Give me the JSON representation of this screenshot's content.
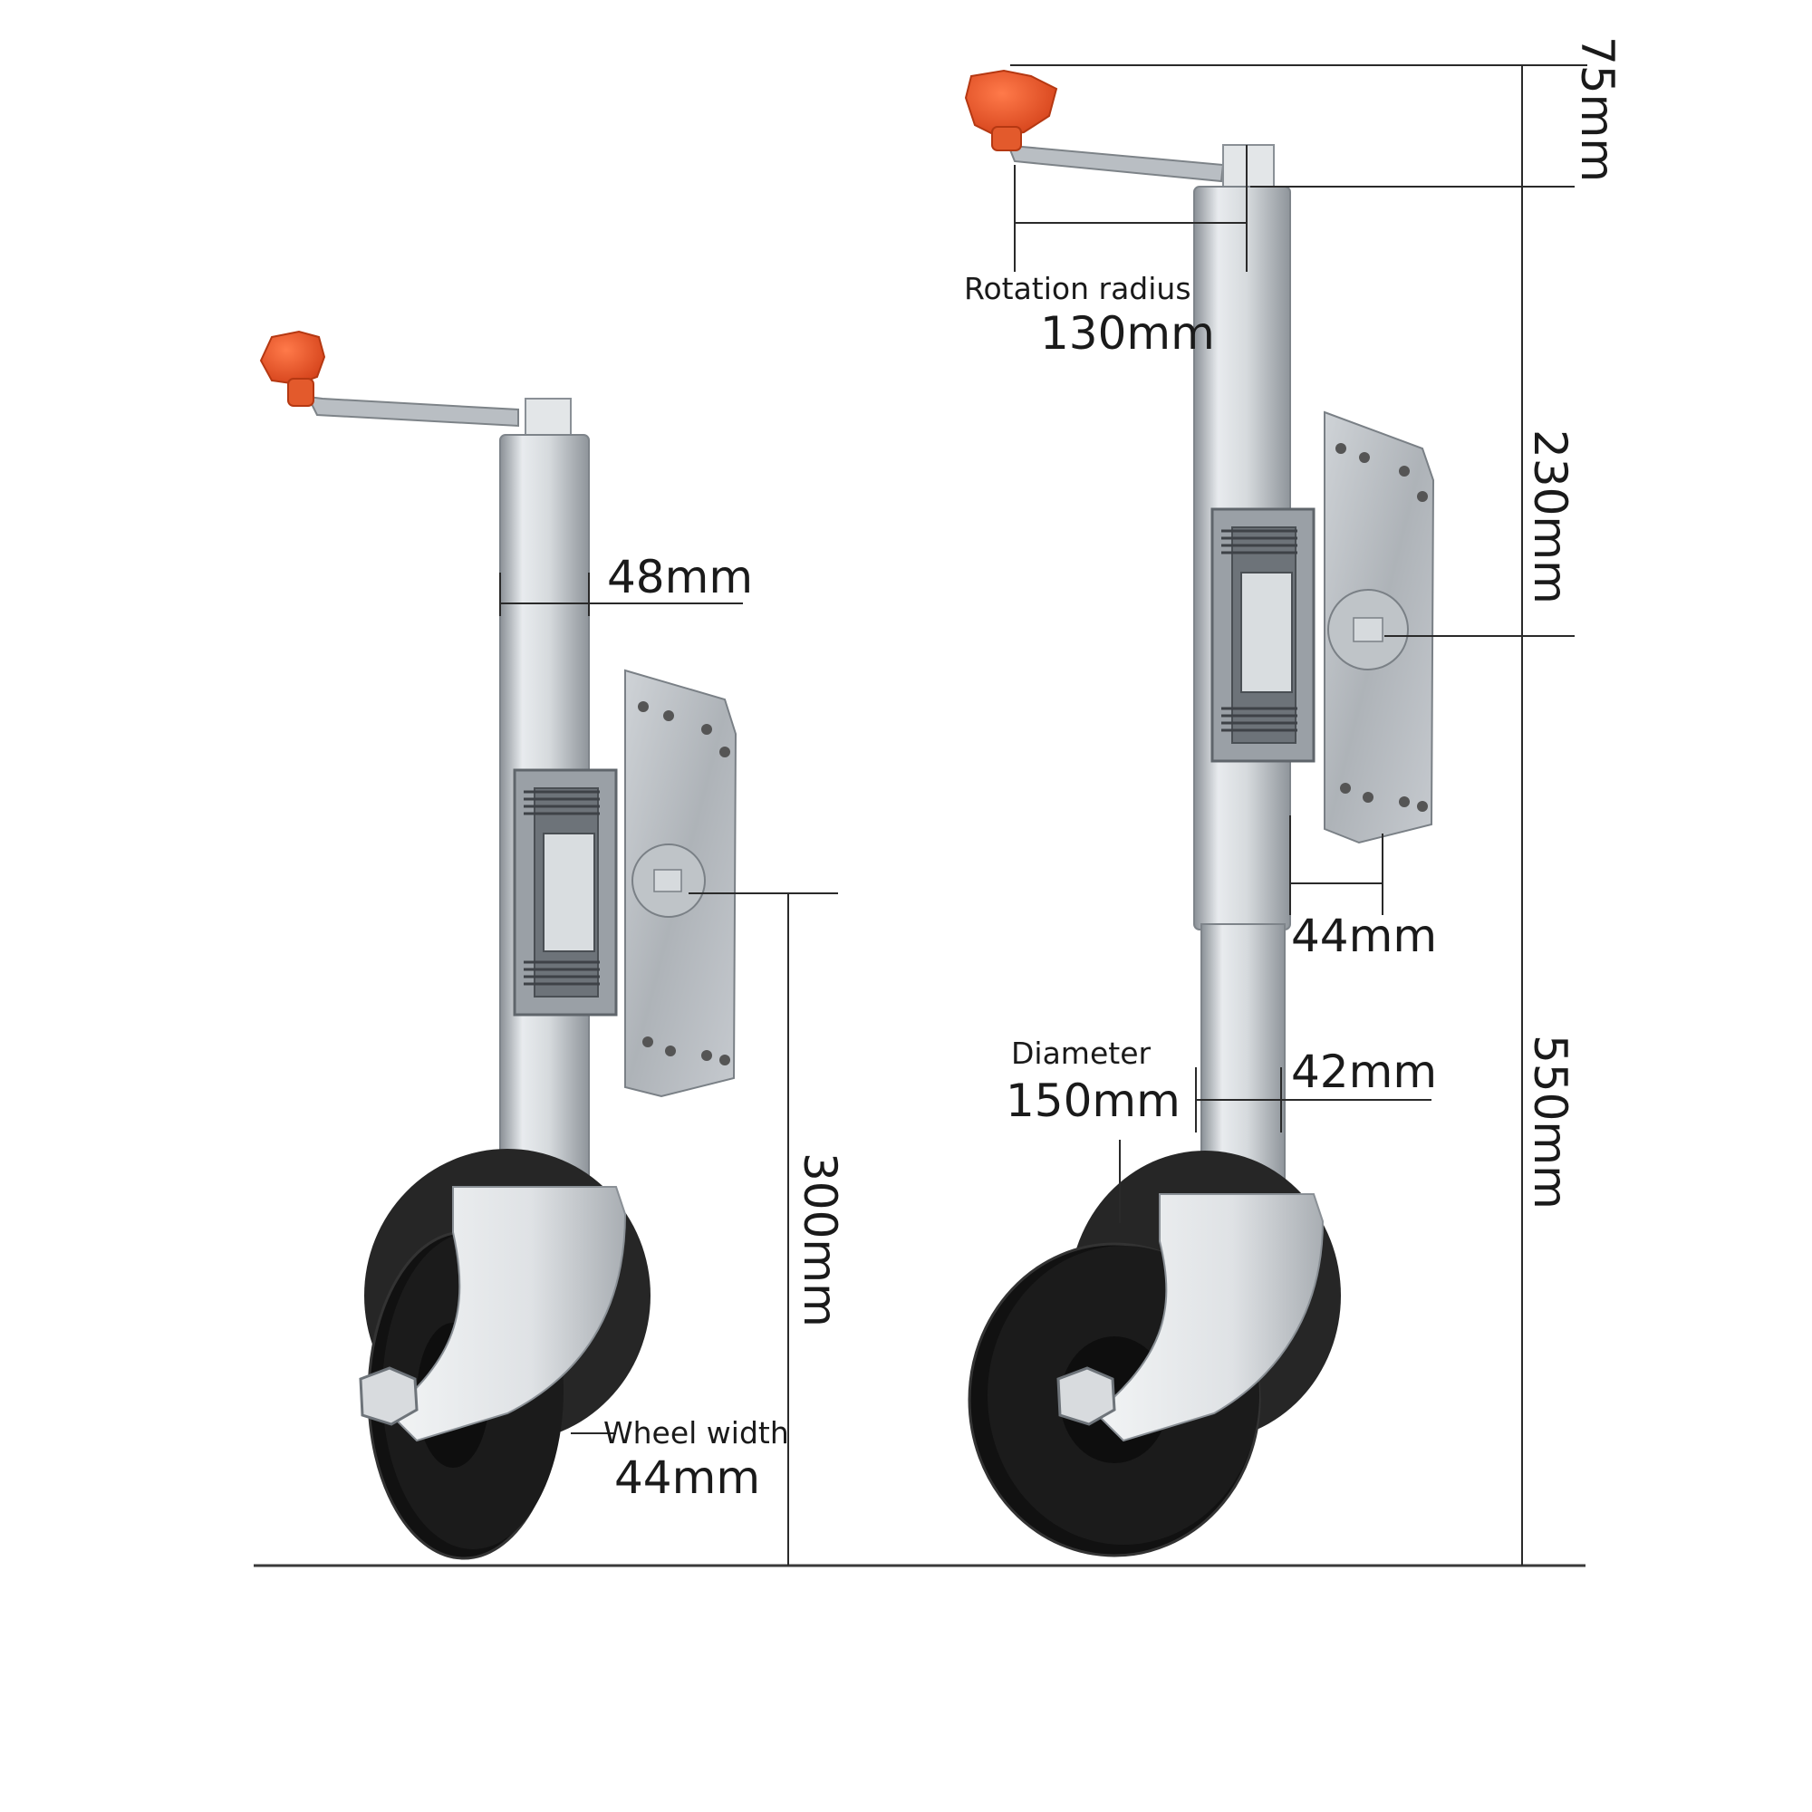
{
  "colors": {
    "handle_knob": "#f0552a",
    "handle_knob_dark": "#c93d18",
    "steel_light": "#e4e7ea",
    "steel_mid": "#b8bdc2",
    "steel_dark": "#8a9096",
    "tire": "#141414",
    "tire_edge": "#2c2c2c",
    "dimension_line": "#2a2a2a"
  },
  "icons": {
    "knob": "orange-hand-knob-icon",
    "bolt": "hex-bolt-icon"
  },
  "left_jack": {
    "tube_diameter": "48mm",
    "height": "300mm",
    "wheel_width_label": "Wheel width",
    "wheel_width_value": "44mm"
  },
  "right_jack": {
    "crank_height": "75mm",
    "rotation_radius_label": "Rotation radius",
    "rotation_radius_value": "130mm",
    "upper_height": "230mm",
    "bracket_offset": "44mm",
    "inner_tube_diameter": "42mm",
    "wheel_diameter_label": "Diameter",
    "wheel_diameter_value": "150mm",
    "total_height": "550mm"
  }
}
